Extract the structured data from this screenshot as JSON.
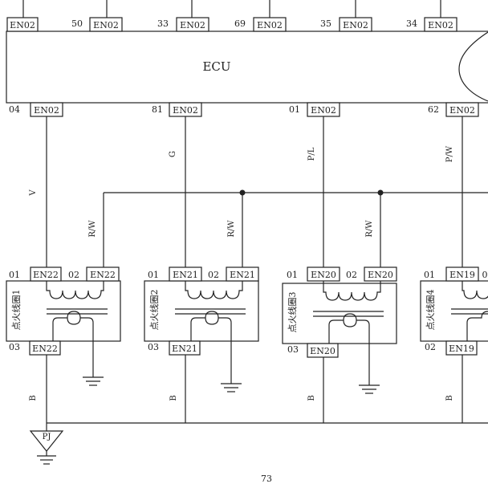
{
  "ecu": {
    "label": "ECU",
    "top_connectors": [
      {
        "pin": "",
        "connector": "EN02"
      },
      {
        "pin": "50",
        "connector": "EN02"
      },
      {
        "pin": "33",
        "connector": "EN02"
      },
      {
        "pin": "69",
        "connector": "EN02"
      },
      {
        "pin": "35",
        "connector": "EN02"
      },
      {
        "pin": "34",
        "connector": "EN02"
      }
    ],
    "bottom_connectors": [
      {
        "pin": "04",
        "connector": "EN02",
        "wire": "V"
      },
      {
        "pin": "81",
        "connector": "EN02",
        "wire": "G"
      },
      {
        "pin": "01",
        "connector": "EN02",
        "wire": "P/L"
      },
      {
        "pin": "62",
        "connector": "EN02",
        "wire": "P/W"
      }
    ]
  },
  "bus_wire": "R/W",
  "coils": [
    {
      "name": "点火线圈1",
      "pin_a": "01",
      "conn_a": "EN22",
      "pin_b": "02",
      "conn_b": "EN22",
      "pin_c": "03",
      "conn_c": "EN22",
      "ground_wire": "B"
    },
    {
      "name": "点火线圈2",
      "pin_a": "01",
      "conn_a": "EN21",
      "pin_b": "02",
      "conn_b": "EN21",
      "pin_c": "03",
      "conn_c": "EN21",
      "ground_wire": "B"
    },
    {
      "name": "点火线圈3",
      "pin_a": "01",
      "conn_a": "EN20",
      "pin_b": "02",
      "conn_b": "EN20",
      "pin_c": "03",
      "conn_c": "EN20",
      "ground_wire": "B"
    },
    {
      "name": "点火线圈4",
      "pin_a": "01",
      "conn_a": "EN19",
      "pin_b": "0",
      "conn_b": "",
      "pin_c": "02",
      "conn_c": "EN19",
      "ground_wire": "B"
    }
  ],
  "ground_symbol": "PJ",
  "page_number": "73"
}
